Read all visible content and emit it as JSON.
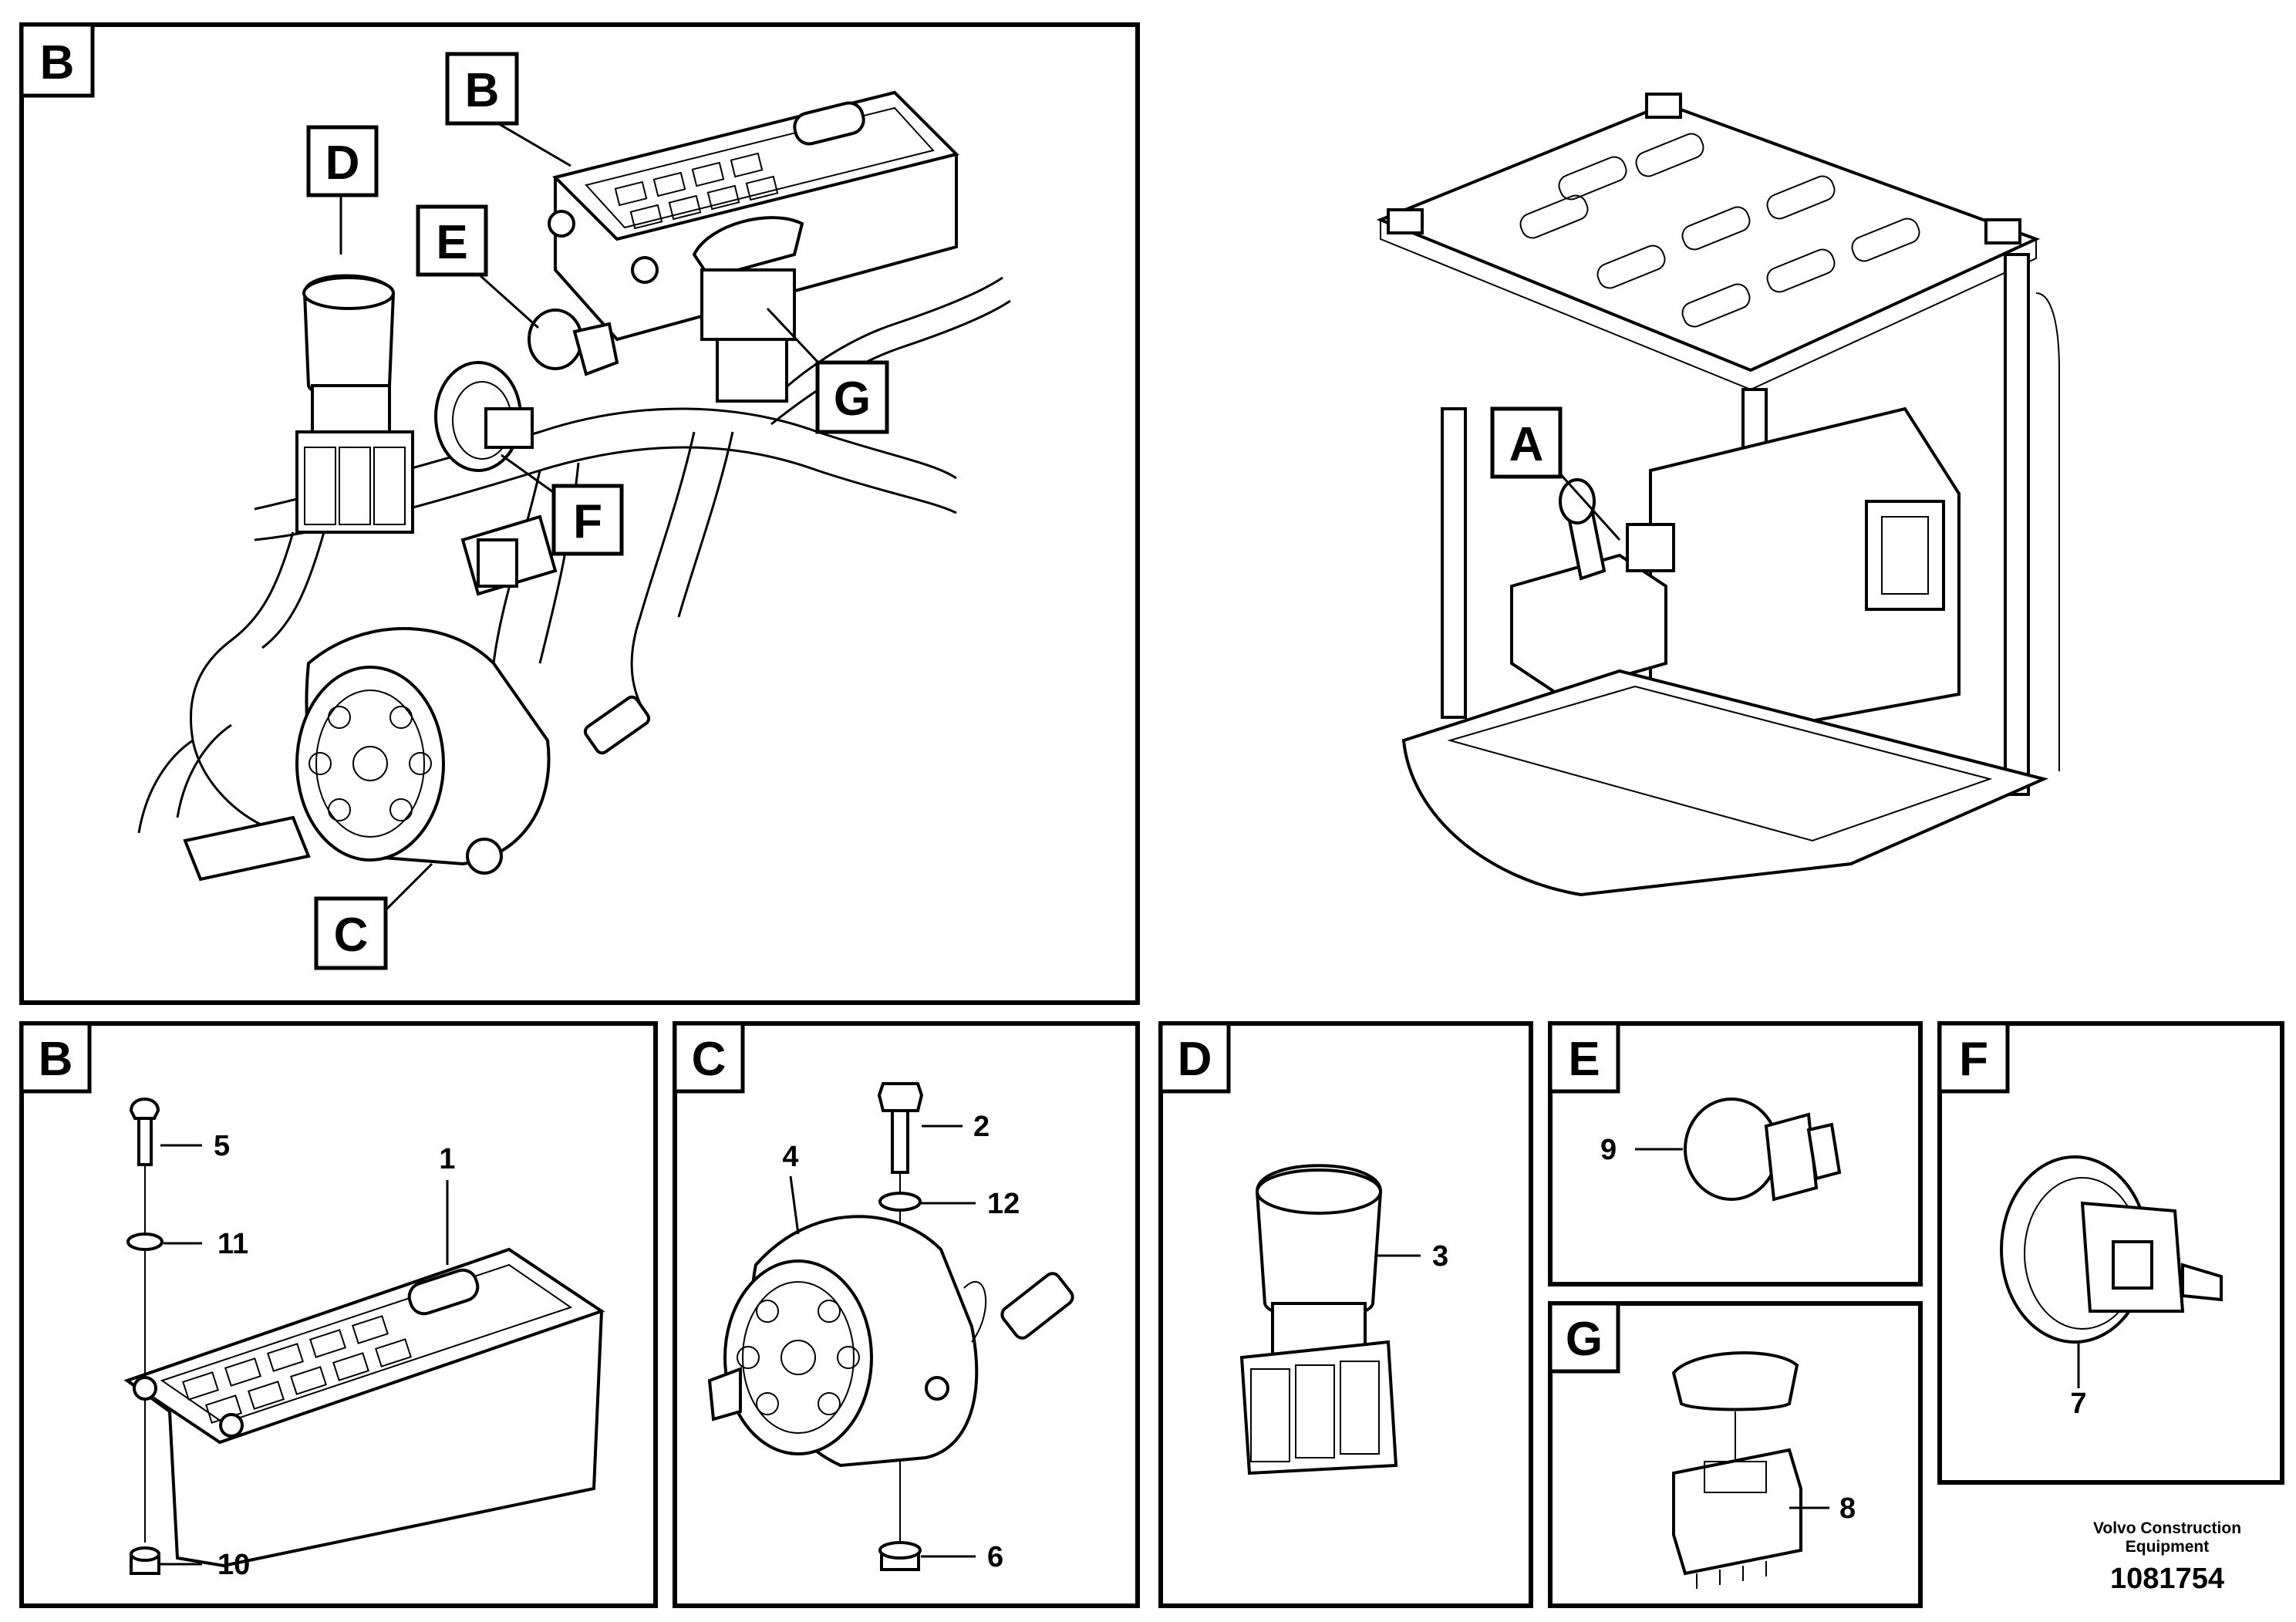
{
  "diagram": {
    "overview": {
      "label": "A"
    },
    "callouts_main": [
      "B",
      "D",
      "E",
      "F",
      "G",
      "C"
    ],
    "panels": [
      {
        "id": "B",
        "parts": [
          "5",
          "1",
          "11",
          "10"
        ]
      },
      {
        "id": "C",
        "parts": [
          "2",
          "4",
          "12",
          "6"
        ]
      },
      {
        "id": "D",
        "parts": [
          "3"
        ]
      },
      {
        "id": "E",
        "parts": [
          "9"
        ]
      },
      {
        "id": "F",
        "parts": [
          "7"
        ]
      },
      {
        "id": "G",
        "parts": [
          "8"
        ]
      }
    ]
  },
  "footer": {
    "brand_line1": "Volvo Construction",
    "brand_line2": "Equipment",
    "document_number": "1081754"
  }
}
